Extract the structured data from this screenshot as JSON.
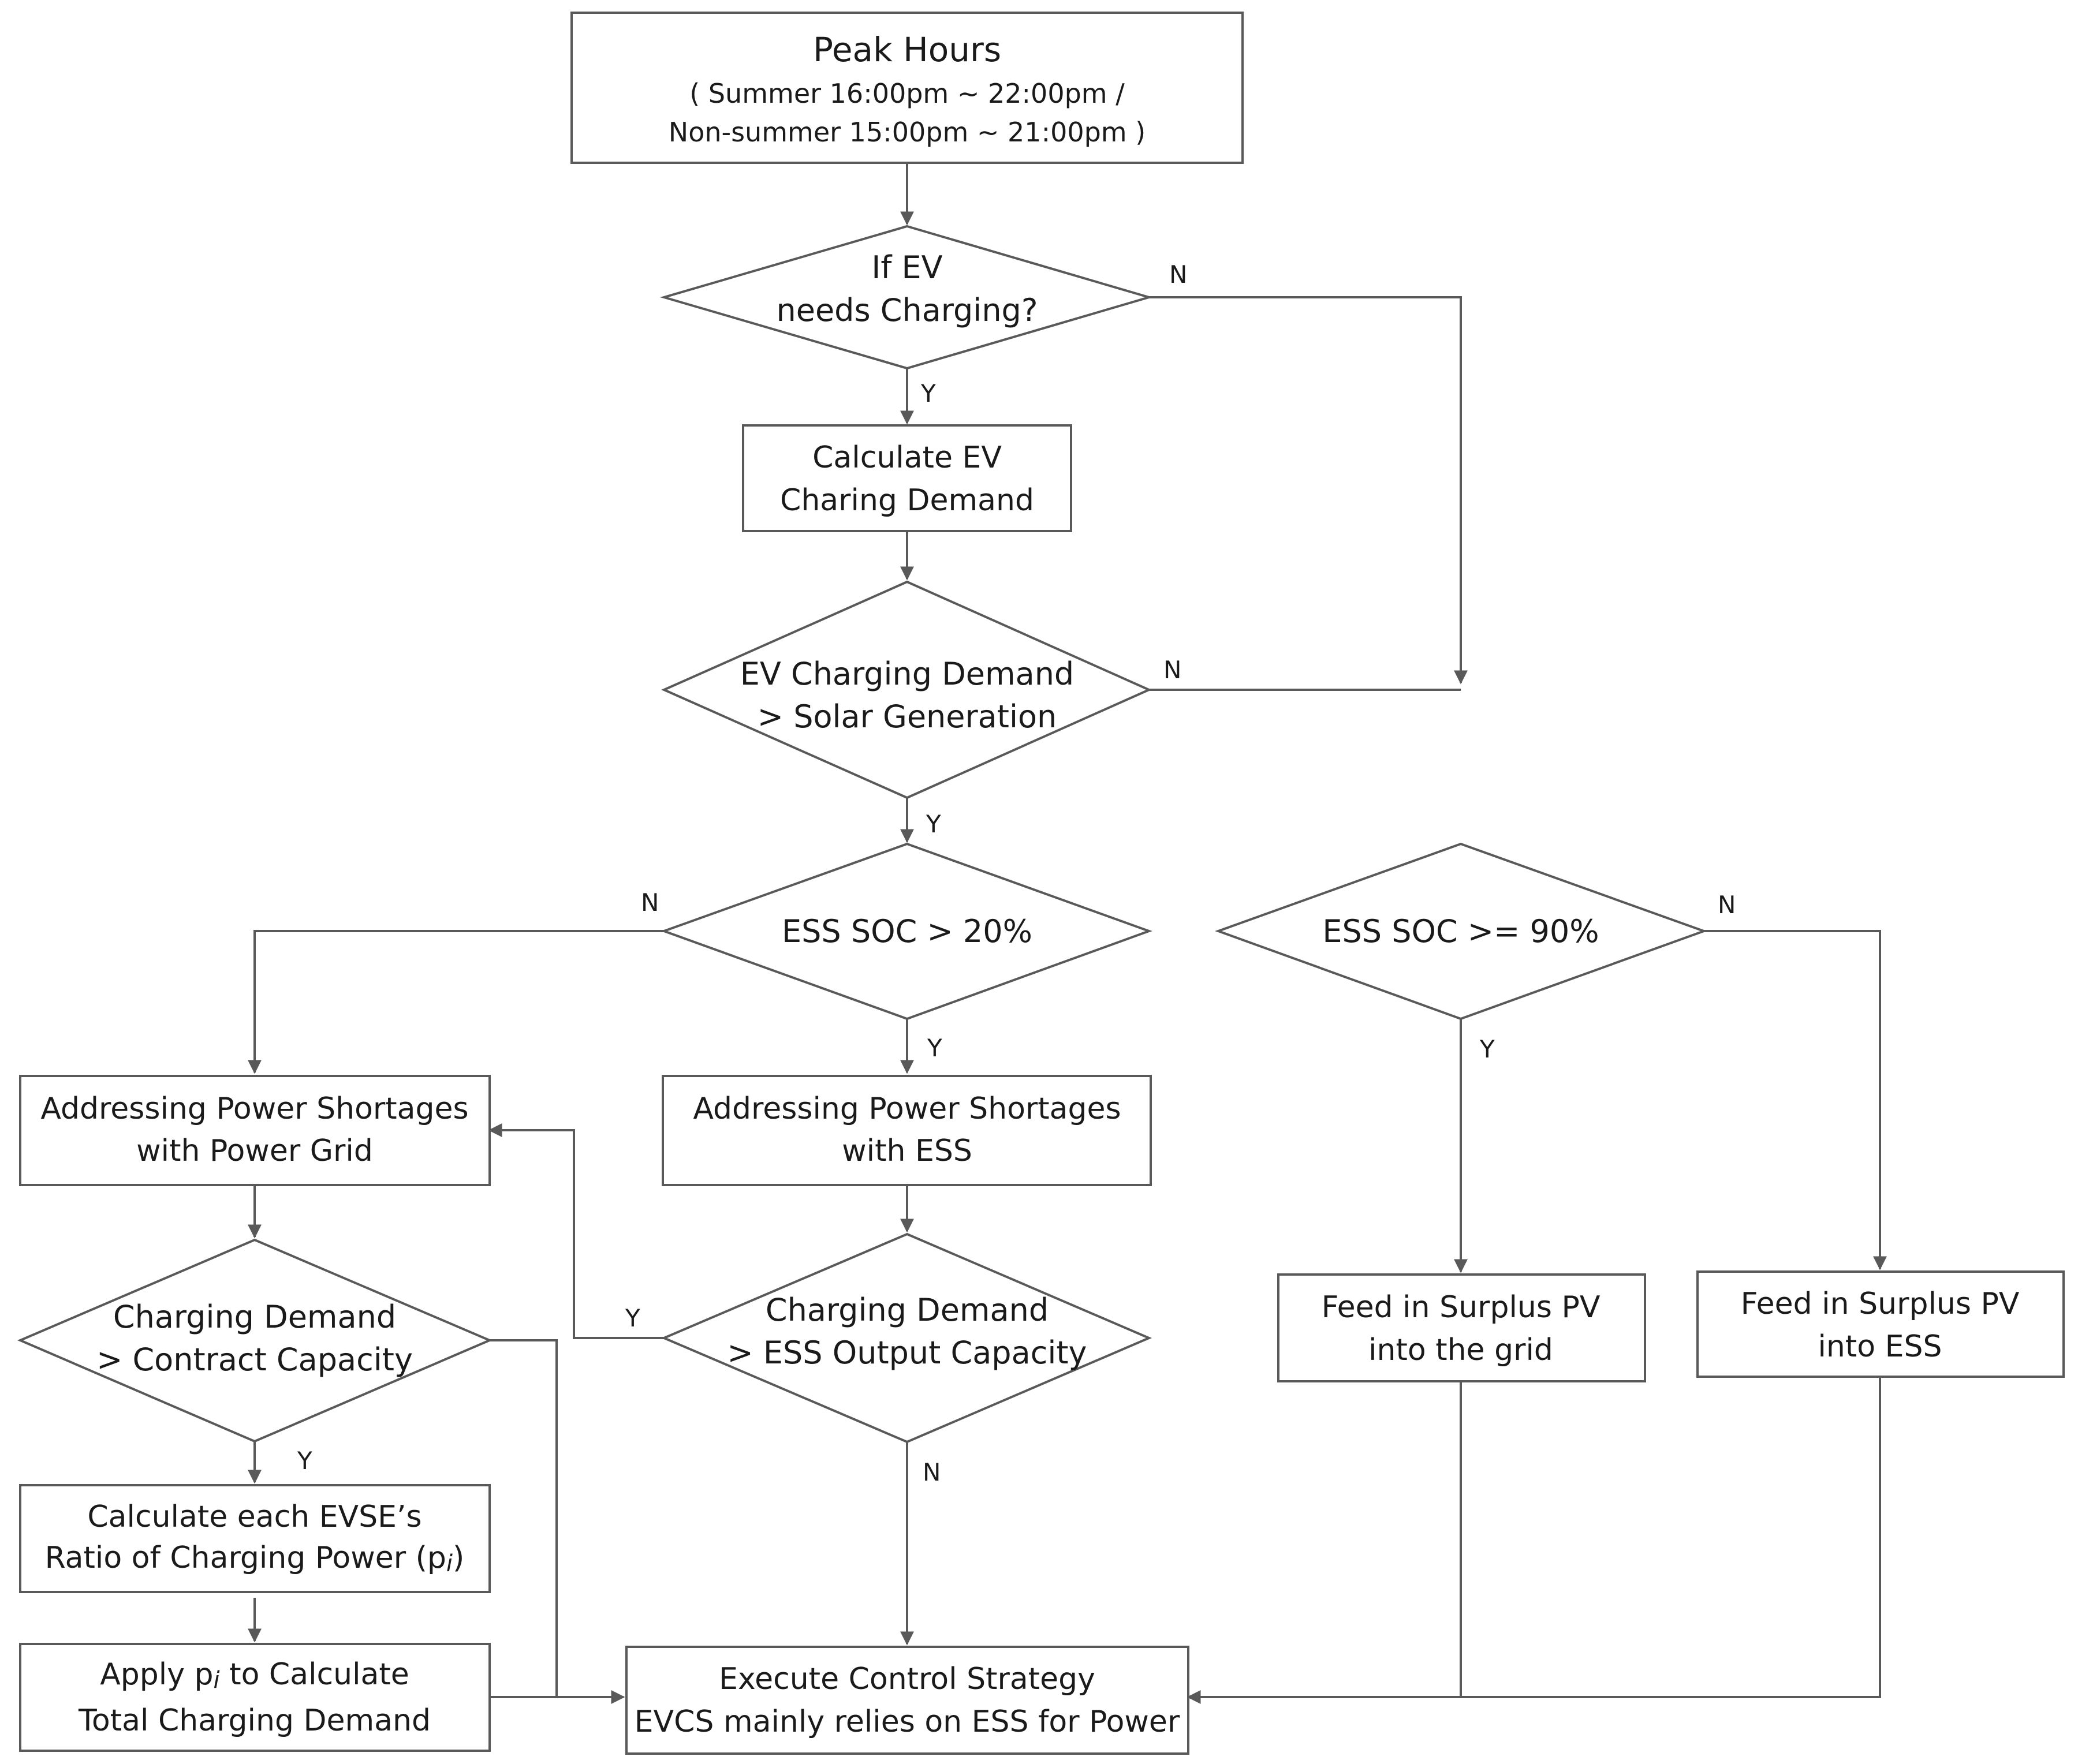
{
  "nodes": {
    "peak_hours": {
      "title": "Peak Hours",
      "line2": "( Summer 16:00pm ~ 22:00pm /",
      "line3": "Non-summer 15:00pm ~ 21:00pm )"
    },
    "d_ev_needs": {
      "line1": "If  EV",
      "line2": "needs Charging?"
    },
    "calc_demand": {
      "line1": "Calculate EV",
      "line2": "Charing Demand"
    },
    "d_demand_solar": {
      "line1": "EV Charging Demand",
      "line2": "> Solar Generation"
    },
    "d_soc20": {
      "line1": "ESS SOC > 20%"
    },
    "d_soc90": {
      "line1": "ESS SOC >= 90%"
    },
    "grid_short": {
      "line1": "Addressing Power Shortages",
      "line2": "with Power Grid"
    },
    "ess_short": {
      "line1": "Addressing Power Shortages",
      "line2": "with ESS"
    },
    "d_contract": {
      "line1": "Charging Demand",
      "line2": "> Contract Capacity"
    },
    "d_ess_out": {
      "line1": "Charging Demand",
      "line2": "> ESS Output Capacity"
    },
    "feed_grid": {
      "line1": "Feed in Surplus PV",
      "line2": "into the grid"
    },
    "feed_ess": {
      "line1": "Feed in Surplus PV",
      "line2": "into ESS"
    },
    "calc_ratio": {
      "line1": "Calculate each EVSE’s",
      "line2a": "Ratio of Charging Power (p",
      "line2sub": "i",
      "line2b": ")"
    },
    "apply_pi": {
      "line1a": "Apply p",
      "line1sub": "i",
      "line1b": " to Calculate",
      "line2": "Total  Charging Demand"
    },
    "execute": {
      "line1": "Execute Control Strategy",
      "line2": "EVCS mainly relies on ESS for Power"
    }
  },
  "edge_labels": {
    "ev_needs_no": "N",
    "ev_needs_yes": "Y",
    "demand_solar_no": "N",
    "demand_solar_yes": "Y",
    "soc20_no": "N",
    "soc20_yes": "Y",
    "soc90_no": "N",
    "soc90_yes": "Y",
    "ess_out_yes": "Y",
    "ess_out_no": "N",
    "contract_yes": "Y"
  }
}
